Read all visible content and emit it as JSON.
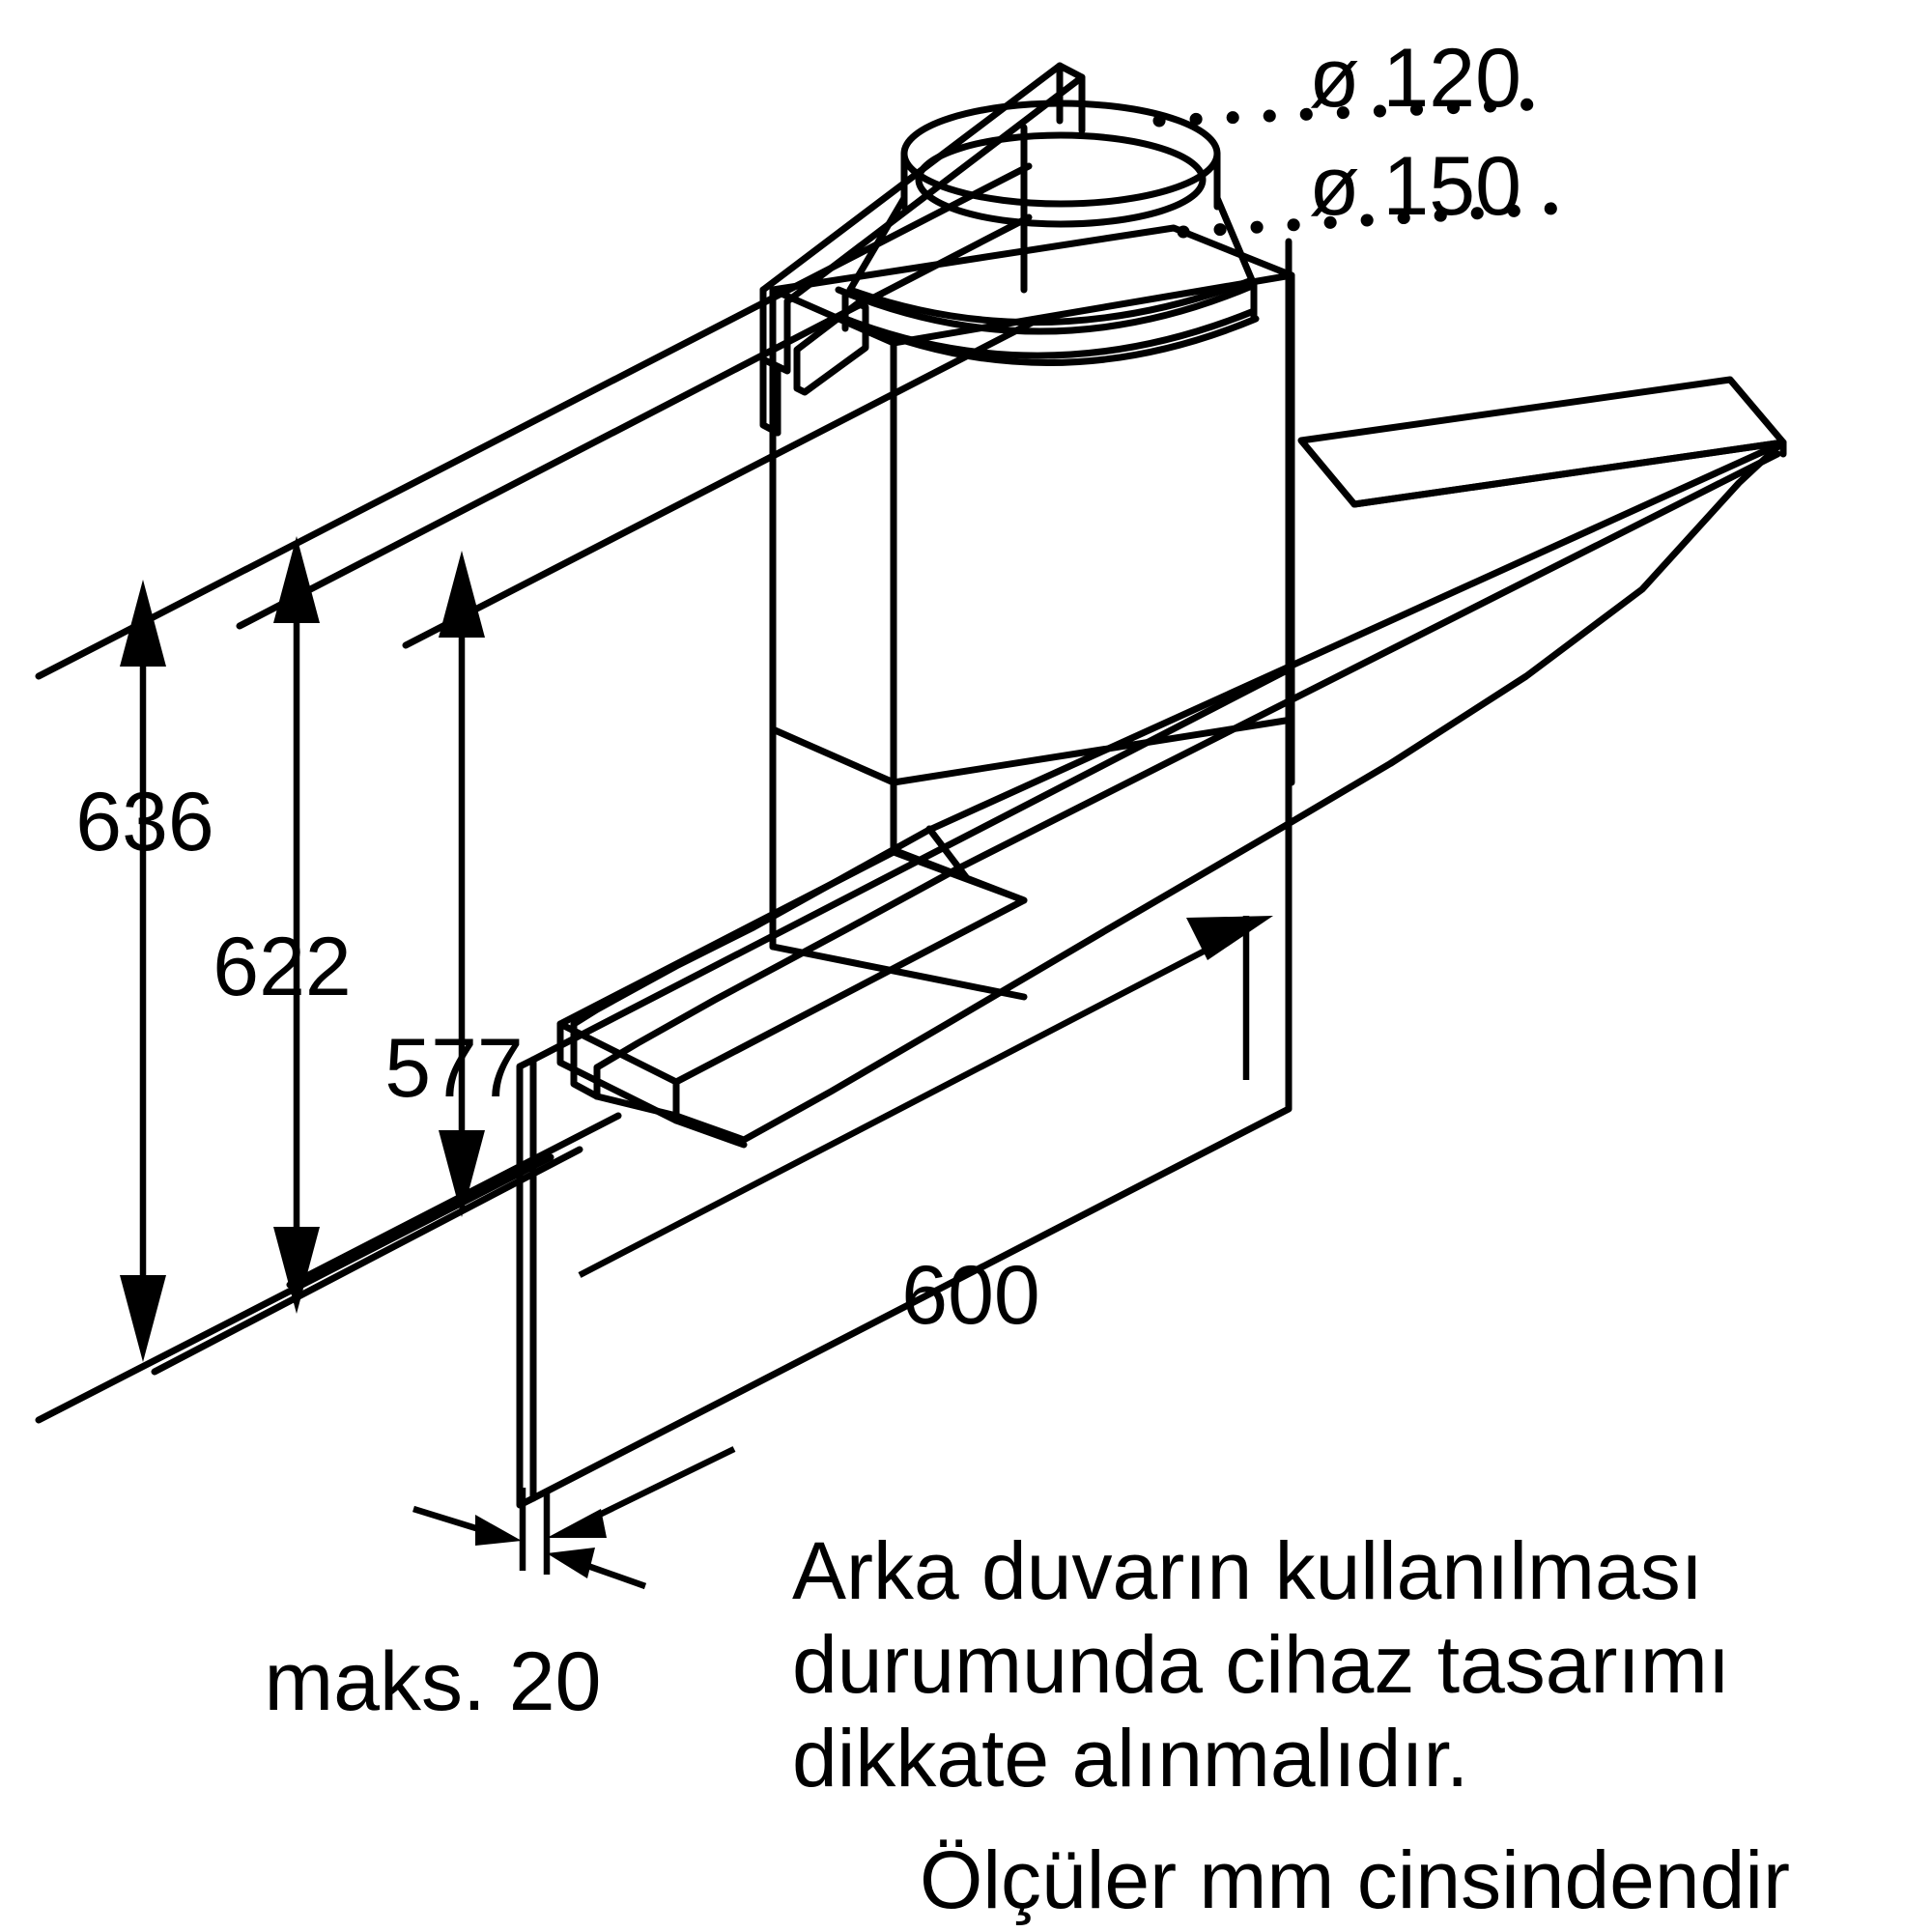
{
  "document": {
    "kind": "technical-dimension-drawing",
    "subject": "Duvar tipi aspirator montaj olculeri",
    "units_note": "Ölçüler mm cinsindendir"
  },
  "diagram": {
    "title": "",
    "background_color": "#ffffff",
    "line_color": "#000000"
  },
  "callouts": {
    "duct_120": {
      "label": "ø 120",
      "leader_style": "dotted"
    },
    "duct_150": {
      "label": "ø 150",
      "leader_style": "dotted"
    }
  },
  "dimensions": {
    "height_total": {
      "label": "636",
      "axis": "vertical"
    },
    "height_mid": {
      "label": "622",
      "axis": "vertical"
    },
    "height_low": {
      "label": "577",
      "axis": "vertical"
    },
    "width_panel": {
      "label": "600",
      "axis": "horizontal"
    },
    "thickness_max": {
      "label": "maks. 20",
      "axis": "horizontal"
    }
  },
  "notes": {
    "wall_note_lines": [
      "Arka duvarın kullanılması",
      "durumunda cihaz tasarımı",
      "dikkate alınmalıdır."
    ],
    "units_line": "Ölçüler mm cinsindendir"
  },
  "chart_data": {
    "type": "table",
    "title": "",
    "categories": [
      "636",
      "622",
      "577",
      "600",
      "maks. 20",
      "ø 120",
      "ø 150"
    ],
    "values": [
      636,
      622,
      577,
      600,
      20,
      120,
      150
    ],
    "unit": "mm",
    "xlabel": "",
    "ylabel": ""
  }
}
